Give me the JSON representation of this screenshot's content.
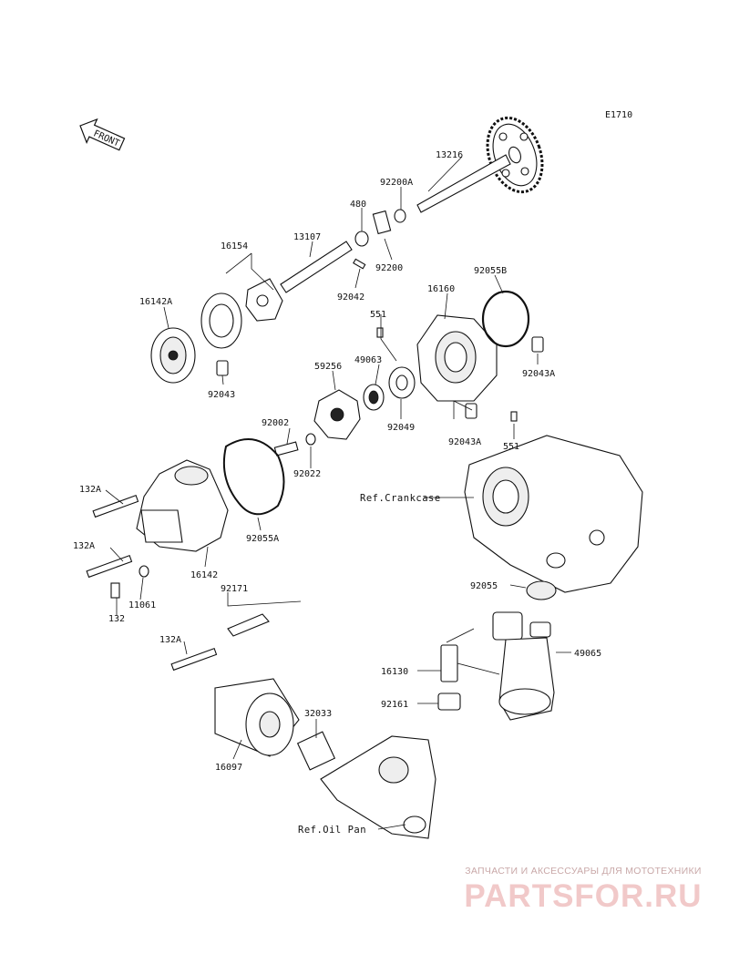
{
  "diagram": {
    "code": "E1710",
    "front_arrow": "FRONT",
    "parts": {
      "p13216": "13216",
      "p92200A": "92200A",
      "p480": "480",
      "p92200": "92200",
      "p13107": "13107",
      "p16154": "16154",
      "p92042": "92042",
      "p92055B": "92055B",
      "p16160": "16160",
      "p16142A": "16142A",
      "p551a": "551",
      "p49063": "49063",
      "p59256": "59256",
      "p92043A_1": "92043A",
      "p92043": "92043",
      "p92049": "92049",
      "p92002": "92002",
      "p92043A_2": "92043A",
      "p551b": "551",
      "p92022": "92022",
      "p132A_1": "132A",
      "p92055A": "92055A",
      "p132A_2": "132A",
      "p16142": "16142",
      "p92055": "92055",
      "p92171": "92171",
      "p11061": "11061",
      "p132": "132",
      "p132A_3": "132A",
      "p49065": "49065",
      "p16130": "16130",
      "p92161": "92161",
      "p32033": "32033",
      "p16097": "16097"
    },
    "refs": {
      "crankcase": "Ref.Crankcase",
      "oil_pan": "Ref.Oil Pan"
    }
  },
  "watermark": {
    "tagline": "ЗАПЧАСТИ И АКСЕССУАРЫ ДЛЯ МОТОТЕХНИКИ",
    "logo": "PARTSFOR.RU"
  }
}
